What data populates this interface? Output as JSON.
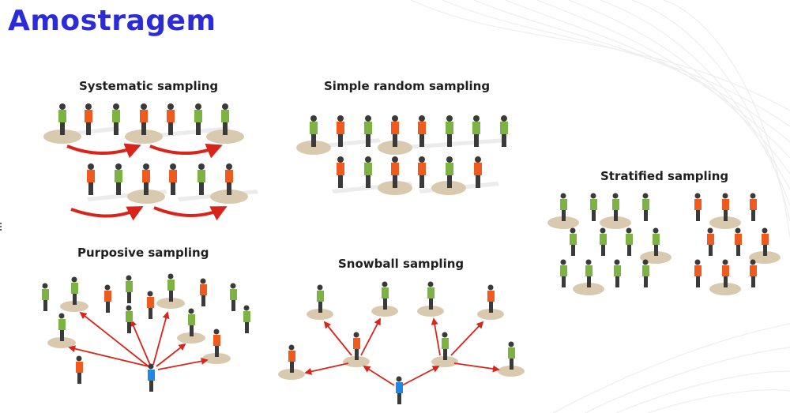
{
  "slide": {
    "title": "Amostragem"
  },
  "panels": {
    "systematic": {
      "title": "Systematic sampling"
    },
    "simple_random": {
      "title": "Simple random sampling"
    },
    "stratified": {
      "title": "Stratified sampling"
    },
    "purposive": {
      "title": "Purposive sampling"
    },
    "snowball": {
      "title": "Snowball sampling"
    }
  },
  "colors": {
    "title": "#2b2bd9",
    "green_person": "#7cb342",
    "orange_person": "#ef5a1f",
    "blue_person": "#1e88e5",
    "selection_disc": "#d9c9ae",
    "arrow": "#d9241b",
    "body": "#3a3a3a"
  }
}
